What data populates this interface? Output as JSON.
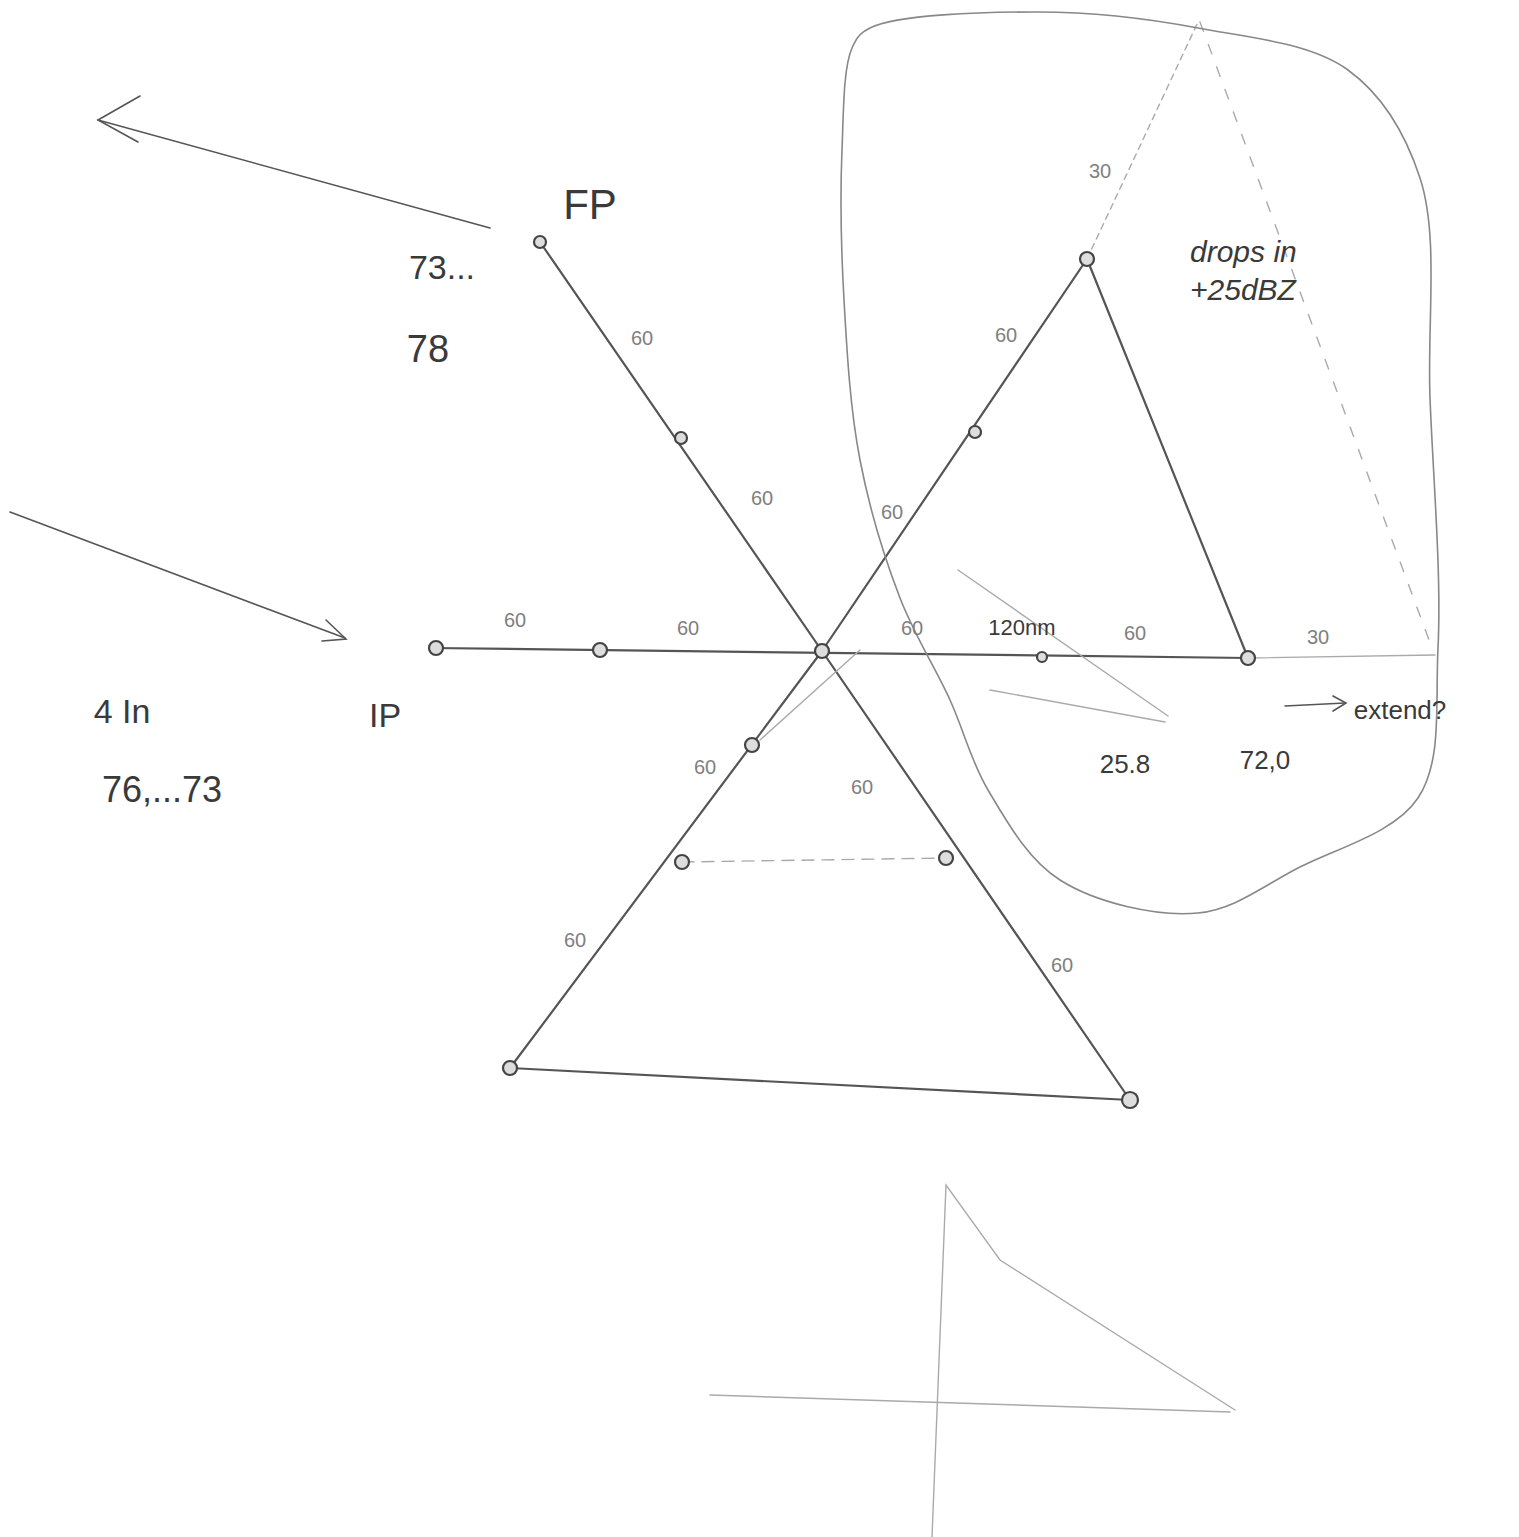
{
  "diagram": {
    "nodes": [
      {
        "text": [
          "drops in +25dBZ"
        ]
      }
    ],
    "labels": [
      "FP",
      "73...",
      "78",
      "IP",
      "4 In",
      "76,...73",
      "60",
      "60",
      "60",
      "60",
      "60",
      "60",
      "60",
      "60",
      "60",
      "60",
      "60",
      "60",
      "120nm",
      "30",
      "30",
      "25.8",
      "72,0",
      "extend?"
    ]
  }
}
